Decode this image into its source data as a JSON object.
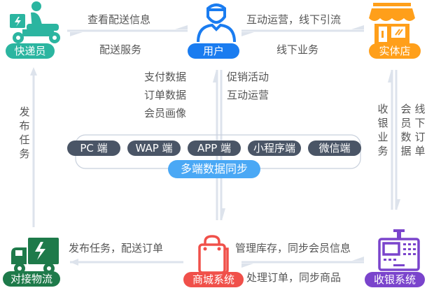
{
  "nodes": {
    "courier": {
      "label": "快递员",
      "color": "#2bb5a0",
      "icon": "scooter-delivery-icon"
    },
    "user": {
      "label": "用户",
      "color": "#1a7cf0",
      "icon": "user-icon"
    },
    "store": {
      "label": "实体店",
      "color": "#ff9f1a",
      "icon": "storefront-icon"
    },
    "logistics": {
      "label": "对接物流",
      "color": "#1e7a4a",
      "icon": "delivery-truck-icon"
    },
    "mall": {
      "label": "商城系统",
      "color": "#f0504a",
      "icon": "shopping-bag-icon"
    },
    "cashier": {
      "label": "收银系统",
      "color": "#7a44cc",
      "icon": "cash-register-icon"
    }
  },
  "flows": {
    "courier_user_top": "查看配送信息",
    "courier_user_bottom": "配送服务",
    "user_store_top": "互动运营，线下引流",
    "user_store_bottom": "线下业务",
    "logistics_courier": "发布任务",
    "store_cashier_left": "收银业务",
    "store_cashier_right_col1": "会员数据",
    "store_cashier_right_col2": "线下订单",
    "user_mall_left": [
      "支付数据",
      "订单数据",
      "会员画像"
    ],
    "user_mall_right": [
      "促销活动",
      "互动运营"
    ],
    "mall_logistics": "发布任务，配送订单",
    "mall_cashier_top": "管理库存，同步会员信息",
    "mall_cashier_bottom": "处理订单，同步商品"
  },
  "channels": {
    "items": [
      "PC 端",
      "WAP 端",
      "APP 端",
      "小程序端",
      "微信端"
    ],
    "sync_label": "多端数据同步",
    "sync_color": "#4aa8f5",
    "pill_color": "#4a5566"
  }
}
